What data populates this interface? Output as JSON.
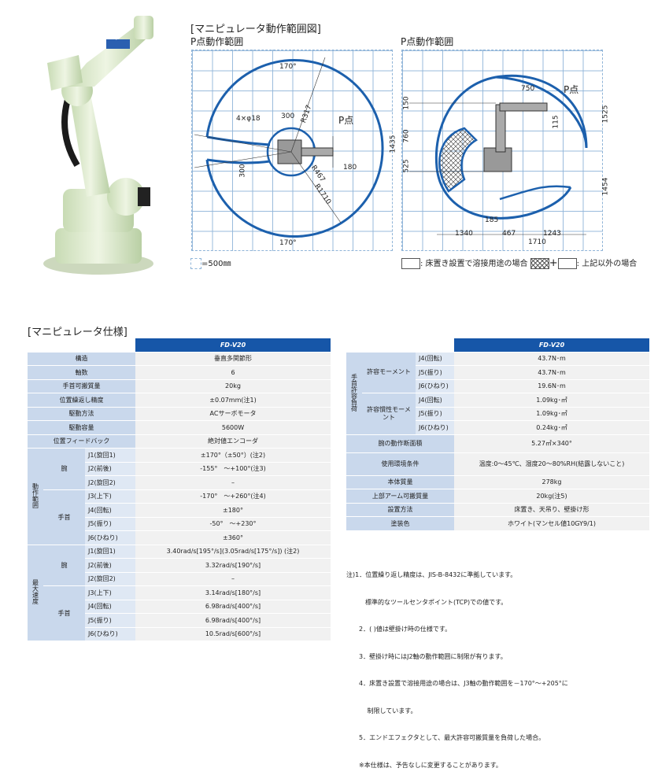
{
  "robot_image": {
    "model_label": "FD-V20"
  },
  "diagram": {
    "title": "[マニピュレータ動作範囲図]",
    "left_label": "P点動作範囲",
    "right_label": "P点動作範囲",
    "grid_legend": "=500㎜",
    "left_dims": {
      "top_angle": "170°",
      "bottom_angle": "170°",
      "holes": "4×φ18",
      "d300a": "300",
      "r317": "R317",
      "p_point": "P点",
      "d180": "180",
      "d300b": "300",
      "r467": "R467",
      "r1710": "R1710"
    },
    "right_dims": {
      "p_point": "P点",
      "d750": "750",
      "d150": "150",
      "d1435": "1435",
      "d760": "760",
      "d525": "525",
      "d115": "115",
      "d1525": "1525",
      "d1454": "1454",
      "d185": "185",
      "d1340": "1340",
      "d467": "467",
      "d1243": "1243",
      "d1710": "1710"
    },
    "legend_a": ": 床置き設置で溶接用途の場合",
    "legend_plus": "+",
    "legend_b": ": 上記以外の場合"
  },
  "spec_title": "[マニピュレータ仕様]",
  "left_table": {
    "model": "FD-V20",
    "rows_top": [
      {
        "label": "構造",
        "value": "垂直多関節形"
      },
      {
        "label": "軸数",
        "value": "6"
      },
      {
        "label": "手首可搬質量",
        "value": "20kg"
      },
      {
        "label": "位置繰返し精度",
        "value": "±0.07mm(注1)"
      },
      {
        "label": "駆動方法",
        "value": "ACサーボモータ"
      },
      {
        "label": "駆動容量",
        "value": "5600W"
      },
      {
        "label": "位置フィードバック",
        "value": "絶対値エンコーダ"
      }
    ],
    "range_group": "動作範囲",
    "speed_group": "最大速度",
    "arm": "腕",
    "wrist": "手首",
    "range_rows": [
      {
        "axis": "J1(旋回1)",
        "value": "±170°（±50°）(注2)"
      },
      {
        "axis": "J2(前後)",
        "value": "-155°　～+100°(注3)"
      },
      {
        "axis": "J2(旋回2)",
        "value": "–"
      },
      {
        "axis": "J3(上下)",
        "value": "-170°　～+260°(注4)"
      },
      {
        "axis": "J4(回転)",
        "value": "±180°"
      },
      {
        "axis": "J5(振り)",
        "value": "-50°　～+230°"
      },
      {
        "axis": "J6(ひねり)",
        "value": "±360°"
      }
    ],
    "speed_rows": [
      {
        "axis": "J1(旋回1)",
        "value": "3.40rad/s[195°/s](3.05rad/s[175°/s]) (注2)"
      },
      {
        "axis": "J2(前後)",
        "value": "3.32rad/s[190°/s]"
      },
      {
        "axis": "J2(旋回2)",
        "value": "–"
      },
      {
        "axis": "J3(上下)",
        "value": "3.14rad/s[180°/s]"
      },
      {
        "axis": "J4(回転)",
        "value": "6.98rad/s[400°/s]"
      },
      {
        "axis": "J5(振り)",
        "value": "6.98rad/s[400°/s]"
      },
      {
        "axis": "J6(ひねり)",
        "value": "10.5rad/s[600°/s]"
      }
    ]
  },
  "right_table": {
    "model": "FD-V20",
    "wrist_group": "手首許容負荷",
    "moment": "許容モーメント",
    "inertia": "許容慣性モーメント",
    "moment_rows": [
      {
        "axis": "J4(回転)",
        "value": "43.7N･m"
      },
      {
        "axis": "J5(振り)",
        "value": "43.7N･m"
      },
      {
        "axis": "J6(ひねり)",
        "value": "19.6N･m"
      }
    ],
    "inertia_rows": [
      {
        "axis": "J4(回転)",
        "value": "1.09kg･㎡"
      },
      {
        "axis": "J5(振り)",
        "value": "1.09kg･㎡"
      },
      {
        "axis": "J6(ひねり)",
        "value": "0.24kg･㎡"
      }
    ],
    "rows_bottom": [
      {
        "label": "腕の動作断面積",
        "value": "5.27㎡×340°"
      },
      {
        "label": "使用環境条件",
        "value": "温度:0～45℃、湿度20～80%RH(結露しないこと)"
      },
      {
        "label": "本体質量",
        "value": "278kg"
      },
      {
        "label": "上部アーム可搬質量",
        "value": "20kg(注5)"
      },
      {
        "label": "設置方法",
        "value": "床置き、天吊り、壁掛け形"
      },
      {
        "label": "塗装色",
        "value": "ホワイト(マンセル値10GY9/1)"
      }
    ]
  },
  "notes": [
    "注)1．位置繰り返し精度は、JIS-B-8432に準拠しています。",
    "　　　標準的なツールセンタポイント(TCP)での値です。",
    "　　2．( )値は壁掛け時の仕様です。",
    "　　3．壁掛け時にはJ2軸の動作範囲に制限が有ります。",
    "　　4．床置き設置で溶接用途の場合は、J3軸の動作範囲を－170°～+205°に",
    "　　　 制限しています。",
    "　　5．エンドエフェクタとして、最大許容可搬質量を負荷した場合。",
    "　　※本仕様は、予告なしに変更することがあります。"
  ]
}
